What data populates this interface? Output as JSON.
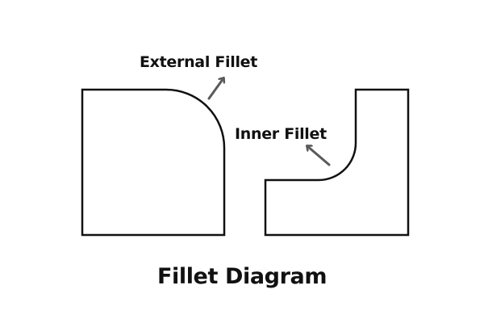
{
  "labels": {
    "external": "External Fillet",
    "inner": "Inner Fillet"
  },
  "caption": "Fillet Diagram",
  "colors": {
    "outline": "#111111",
    "arrow": "#5a5a5a",
    "background": "#ffffff"
  }
}
